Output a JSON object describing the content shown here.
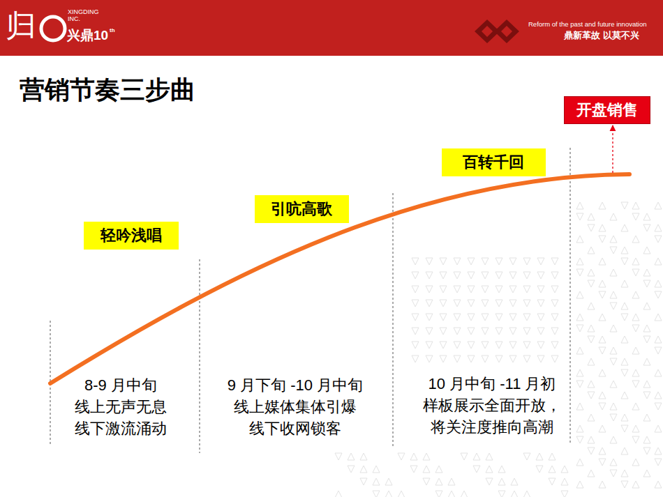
{
  "diagram": {
    "title": "营销节奏三步曲",
    "nodes": [
      {
        "text": [
          "轻吟浅唱"
        ]
      },
      {
        "text": [
          "引吭高歌"
        ]
      },
      {
        "text": [
          "百转千回"
        ]
      },
      {
        "text": [
          "开盘销售"
        ]
      }
    ],
    "labels": [
      "归",
      "XINGDING INC.",
      "兴鼎10",
      "th",
      "Reform of the past and future innovation",
      "鼎新革故 以莫不兴",
      "8-9 月中旬",
      "线上无声无息",
      "线下激流涌动",
      "9 月下旬 -10 月中旬",
      "线上媒体集体引爆",
      "线下收网锁客",
      "10 月中旬 -11 月初",
      "样板展示全面开放，",
      "将关注度推向高潮"
    ]
  }
}
